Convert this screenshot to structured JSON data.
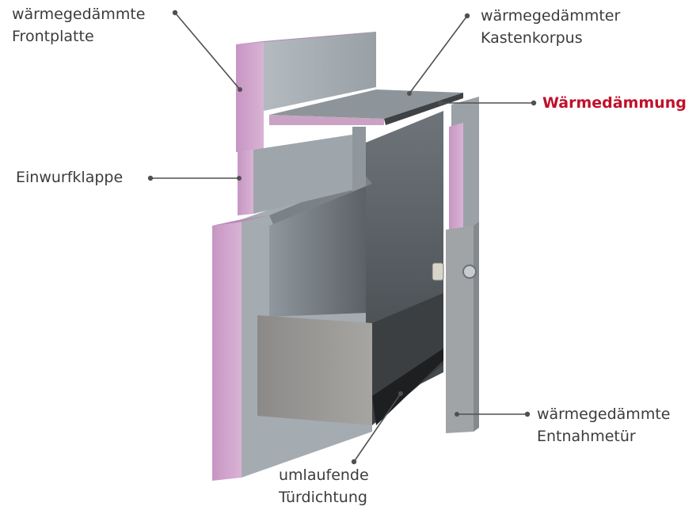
{
  "colors": {
    "accent": "#c0102a",
    "text": "#3c3c3c",
    "leader": "#505050",
    "insulation": "#c99ac4",
    "metal_light": "#a9b1b6",
    "metal_dark": "#5d6368"
  },
  "labels": {
    "frontplatte": {
      "line1": "wärmegedämmte",
      "line2": "Frontplatte"
    },
    "kastenkorpus": {
      "line1": "wärmegedämmter",
      "line2": "Kastenkorpus"
    },
    "waermedaemmung": {
      "line1": "Wärmedämmung"
    },
    "einwurfklappe": {
      "line1": "Einwurfklappe"
    },
    "entnahmetuer": {
      "line1": "wärmegedämmte",
      "line2": "Entnahmetür"
    },
    "tuerdichtung": {
      "line1": "umlaufende",
      "line2": "Türdichtung"
    }
  }
}
